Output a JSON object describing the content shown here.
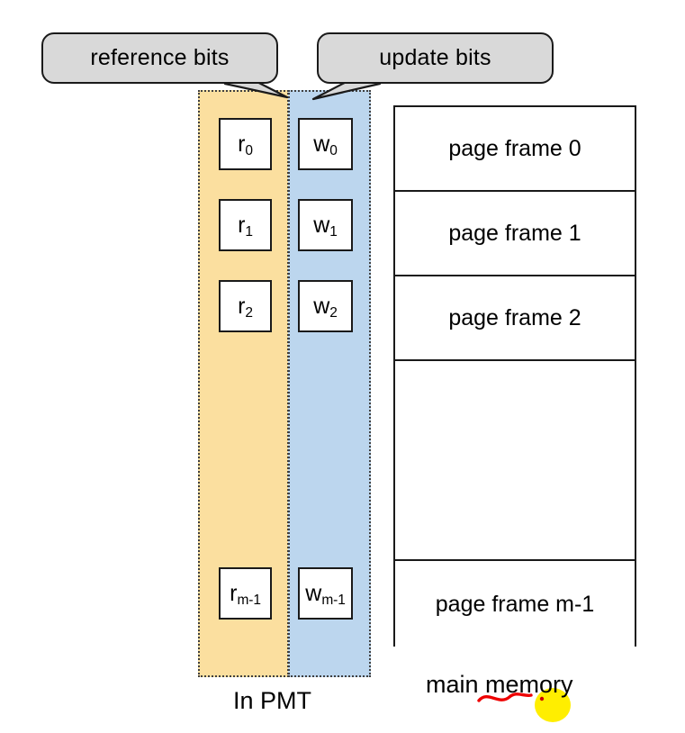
{
  "diagram": {
    "title": "Page Map Table reference and update bits with main memory page frames",
    "callouts": [
      {
        "id": "reference",
        "label": "reference bits"
      },
      {
        "id": "update",
        "label": "update bits"
      }
    ],
    "pmt": {
      "caption": "In PMT",
      "columns": [
        {
          "id": "reference-bits",
          "color": "#fbdf9f"
        },
        {
          "id": "update-bits",
          "color": "#bcd6ee"
        }
      ],
      "reference_bits": [
        {
          "base": "r",
          "sub": "0"
        },
        {
          "base": "r",
          "sub": "1"
        },
        {
          "base": "r",
          "sub": "2"
        },
        {
          "base": "r",
          "sub": "m-1"
        }
      ],
      "update_bits": [
        {
          "base": "w",
          "sub": "0"
        },
        {
          "base": "w",
          "sub": "1"
        },
        {
          "base": "w",
          "sub": "2"
        },
        {
          "base": "w",
          "sub": "m-1"
        }
      ]
    },
    "memory": {
      "caption": "main memory",
      "frames": [
        {
          "label": "page frame 0"
        },
        {
          "label": "page frame 1"
        },
        {
          "label": "page frame 2"
        },
        {
          "label": ""
        },
        {
          "label": "page frame m-1"
        }
      ]
    },
    "annotations": {
      "highlight_color": "#ffee00",
      "squiggle_color": "#ee0000"
    },
    "colors": {
      "reference_column": "#fbdf9f",
      "update_column": "#bcd6ee",
      "callout_fill": "#d9d9d9",
      "outline": "#1a1a1a"
    }
  }
}
